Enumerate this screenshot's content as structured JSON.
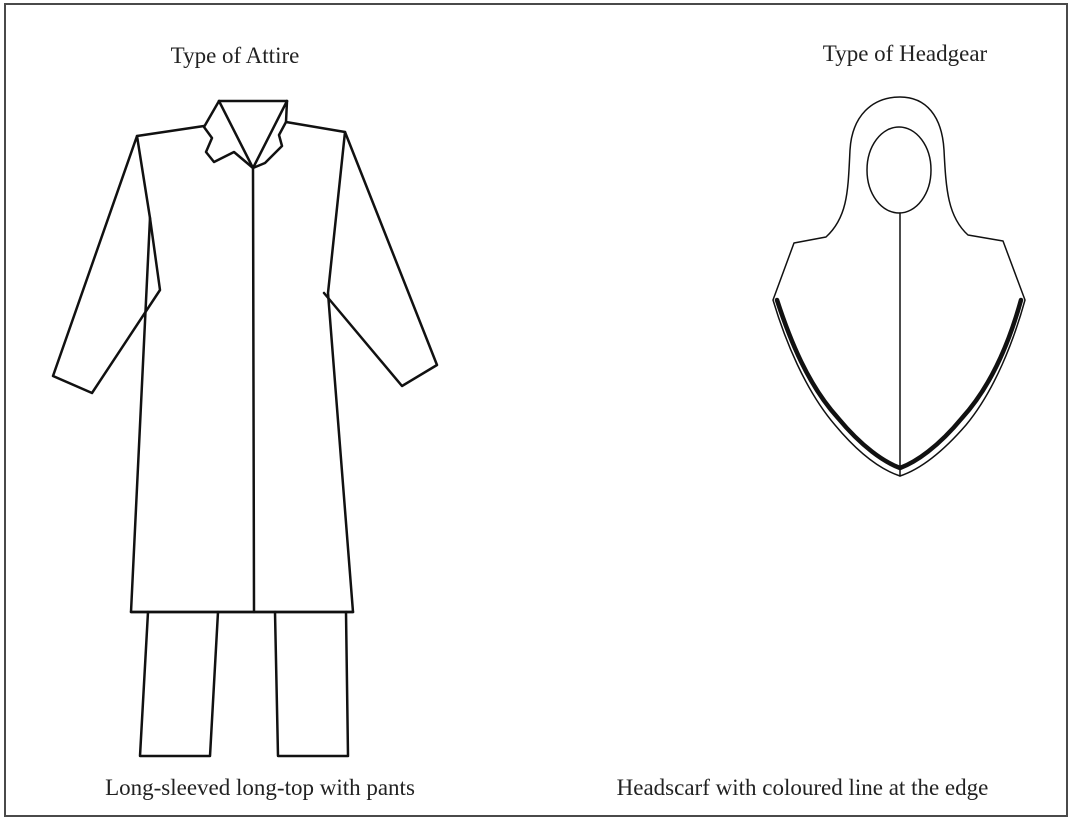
{
  "panels": {
    "attire": {
      "title": "Type of Attire",
      "caption": "Long-sleeved long-top with pants",
      "icon": "long-top-with-pants-illustration"
    },
    "headgear": {
      "title": "Type of Headgear",
      "caption": "Headscarf with coloured line at the edge",
      "icon": "headscarf-illustration"
    }
  },
  "colors": {
    "line": "#111111",
    "frame": "#4a4a4a",
    "background": "#ffffff"
  }
}
